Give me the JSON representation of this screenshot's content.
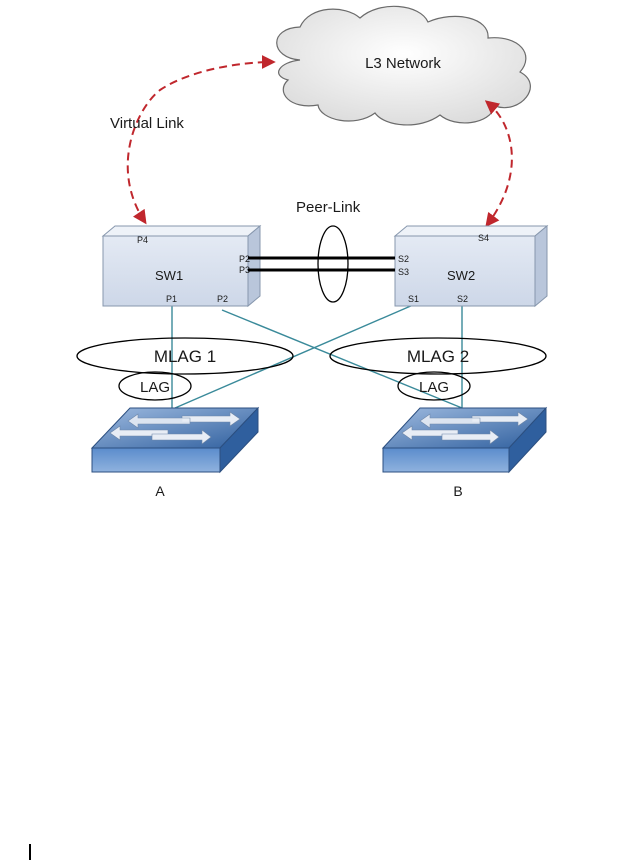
{
  "diagram": {
    "cloud_label": "L3 Network",
    "virtual_link_label": "Virtual Link",
    "peer_link_label": "Peer-Link",
    "switches": {
      "sw1": {
        "name": "SW1",
        "ports": {
          "top": "P4",
          "right_upper": "P2",
          "right_lower": "P3",
          "bottom_left": "P1",
          "bottom_right": "P2"
        }
      },
      "sw2": {
        "name": "SW2",
        "ports": {
          "top": "S4",
          "left_upper": "S2",
          "left_lower": "S3",
          "bottom_left": "S1",
          "bottom_right": "S2"
        }
      }
    },
    "mlag_groups": [
      "MLAG 1",
      "MLAG 2"
    ],
    "lag_label": "LAG",
    "access_switches": [
      "A",
      "B"
    ],
    "colors": {
      "virtual_link": "#c0272d",
      "member_links": "#3a8a9a",
      "peer_link": "#000000",
      "switch_box_front": "#d9e1ef",
      "switch_box_side": "#b9c6db",
      "access_switch": "#4a78b8"
    }
  }
}
